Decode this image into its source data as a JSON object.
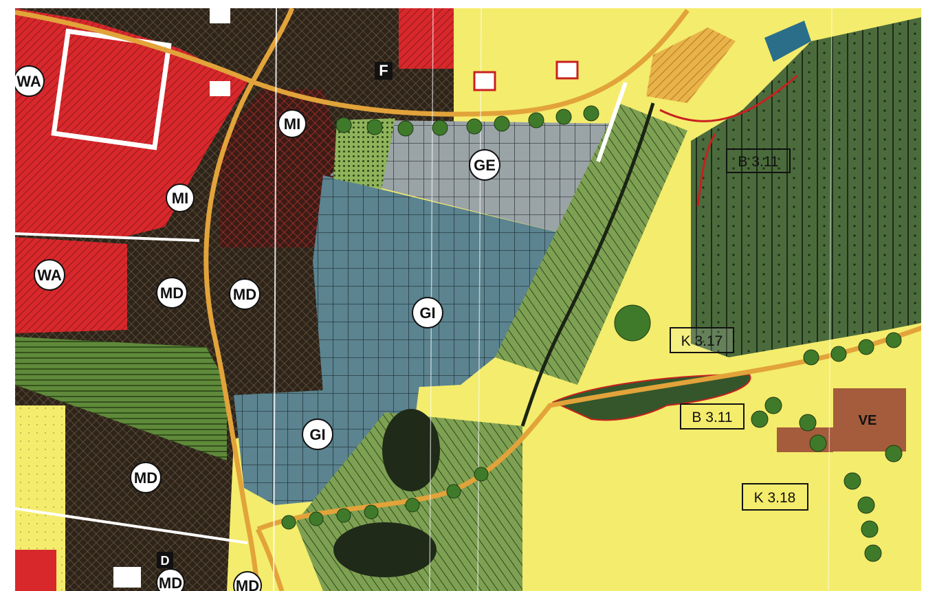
{
  "map": {
    "zones": {
      "wa1": "WA",
      "wa2": "WA",
      "mi1": "MI",
      "mi2": "MI",
      "md1": "MD",
      "md2": "MD",
      "md3": "MD",
      "md4": "MD",
      "md5": "MD",
      "ge": "GE",
      "gi1": "GI",
      "gi2": "GI",
      "ve": "VE",
      "f": "F",
      "d": "D"
    },
    "boxes": {
      "b311_top": "B 3.11",
      "k317": "K 3.17",
      "b311_mid": "B 3.11",
      "k318": "K 3.18"
    },
    "colors": {
      "residential": "#d8282c",
      "village_mixed": "#2e241a",
      "commercial": "#9aa3a6",
      "industrial": "#5b8390",
      "green": "#5f8a3a",
      "forest": "#4b6b3c",
      "agriculture": "#f4ec6c",
      "road": "#e2a33a",
      "supply": "#a45c3c"
    }
  }
}
